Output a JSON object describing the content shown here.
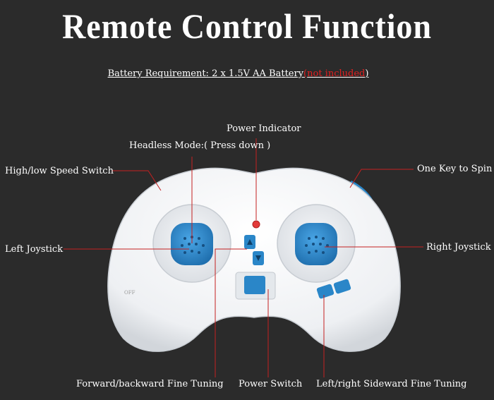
{
  "title": "Remote Control Function",
  "battery": {
    "prefix": "Battery Requirement: 2 x 1.5V AA Battery",
    "open_paren": "(",
    "note": "not included",
    "close_paren": ")"
  },
  "labels": {
    "power_indicator": "Power Indicator",
    "headless_mode": "Headless Mode:( Press down )",
    "speed_switch": "High/low Speed Switch",
    "one_key_spin": "One Key to Spin",
    "left_joystick": "Left Joystick",
    "right_joystick": "Right Joystick",
    "forward_backward": "Forward/backward Fine Tuning",
    "power_switch": "Power Switch",
    "left_right": "Left/right Sideward Fine Tuning",
    "off_mark": "OFF"
  },
  "colors": {
    "background": "#2b2b2b",
    "controller_body": "#f2f4f6",
    "accent_blue": "#2a86c8",
    "leader_line": "#c42020",
    "note_red": "#e02020"
  }
}
